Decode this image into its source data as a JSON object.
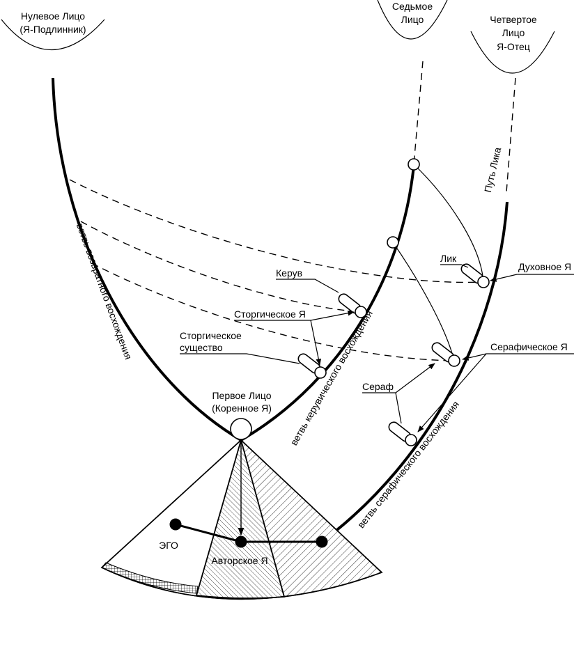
{
  "labels": {
    "zero_face_line1": "Нулевое Лицо",
    "zero_face_line2": "(Я-Подлинник)",
    "seventh_face_line1": "Седьмое",
    "seventh_face_line2": "Лицо",
    "fourth_face_line1": "Четвертое",
    "fourth_face_line2": "Лицо",
    "fourth_face_line3": "Я-Отец",
    "path_of_face": "Путь Лика",
    "lik": "Лик",
    "spiritual_self": "Духовное Я",
    "keruv": "Керув",
    "storgic_self": "Сторгическое Я",
    "storgic_being_line1": "Сторгическое",
    "storgic_being_line2": "существо",
    "seraphic_self": "Серафическое Я",
    "seraph": "Сераф",
    "first_face_line1": "Первое Лицо",
    "first_face_line2": "(Коренное Я)",
    "ego": "ЭГО",
    "author_self": "Авторское Я",
    "branch_return": "ветвь возвратного восхождения",
    "branch_cherubic": "ветвь керувического восхождения",
    "branch_seraphic": "ветвь серафического восхождения"
  }
}
